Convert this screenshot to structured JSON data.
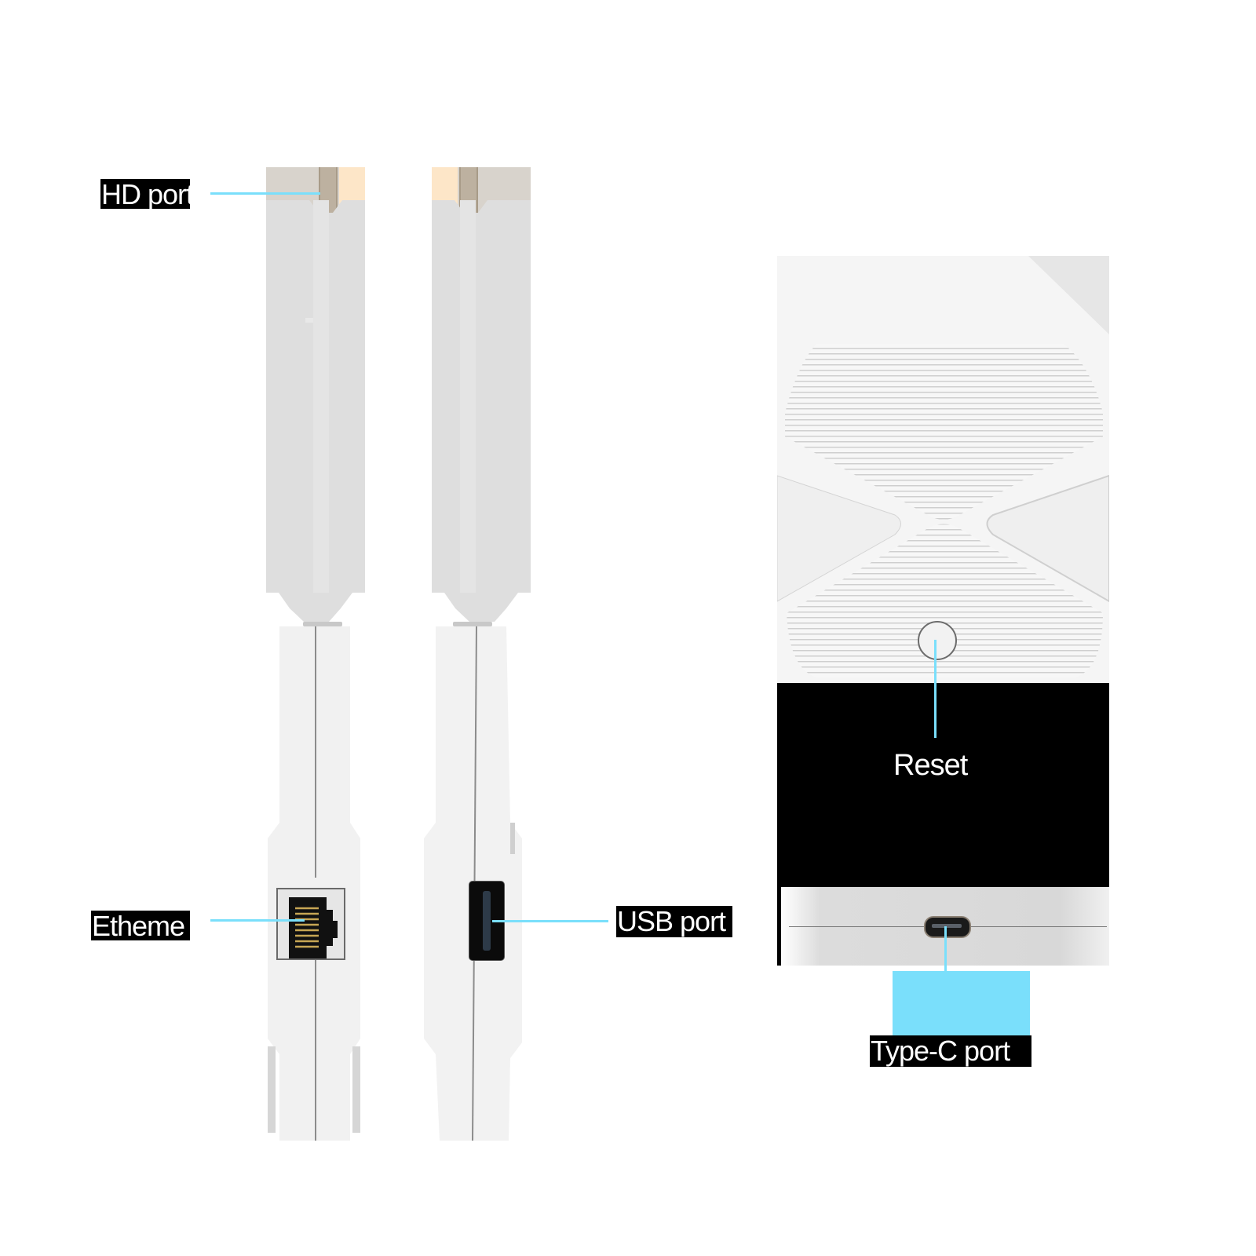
{
  "labels": {
    "hd_port": "HD port",
    "ethernet": "Etheme",
    "usb_port": "USB port",
    "reset": "Reset",
    "type_c_port": "Type-C port"
  },
  "colors": {
    "leader_line": "#7adffb",
    "label_bg": "#000000",
    "label_text": "#ffffff",
    "device_body": "#f1f1f1",
    "hdmi_gold": "#fde6c8"
  }
}
